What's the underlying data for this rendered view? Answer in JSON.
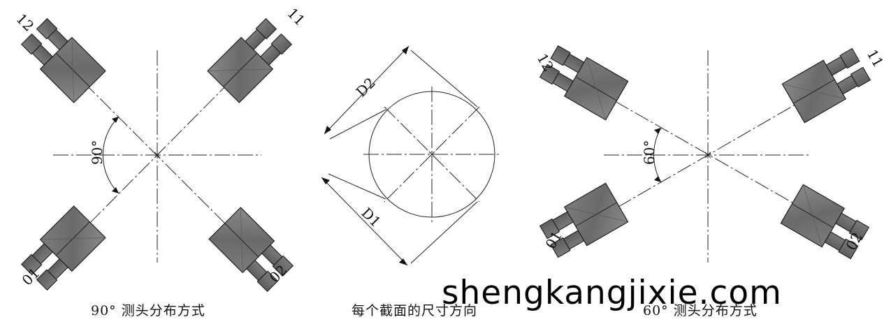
{
  "figures": {
    "left": {
      "probe_labels": [
        "12",
        "11",
        "01",
        "02"
      ],
      "angle_label": "90°",
      "caption": "90° 测头分布方式"
    },
    "middle": {
      "dim_labels": [
        "D2",
        "D1"
      ],
      "caption": "每个截面的尺寸方向"
    },
    "right": {
      "probe_labels": [
        "12",
        "11",
        "01",
        "02"
      ],
      "angle_label": "60°",
      "caption": "60° 测头分布方式"
    }
  },
  "watermark": "shengkangjixie.com",
  "colors": {
    "probe_fill": "#6e6e6e",
    "probe_stroke": "#1e1e1e",
    "line": "#222222"
  }
}
